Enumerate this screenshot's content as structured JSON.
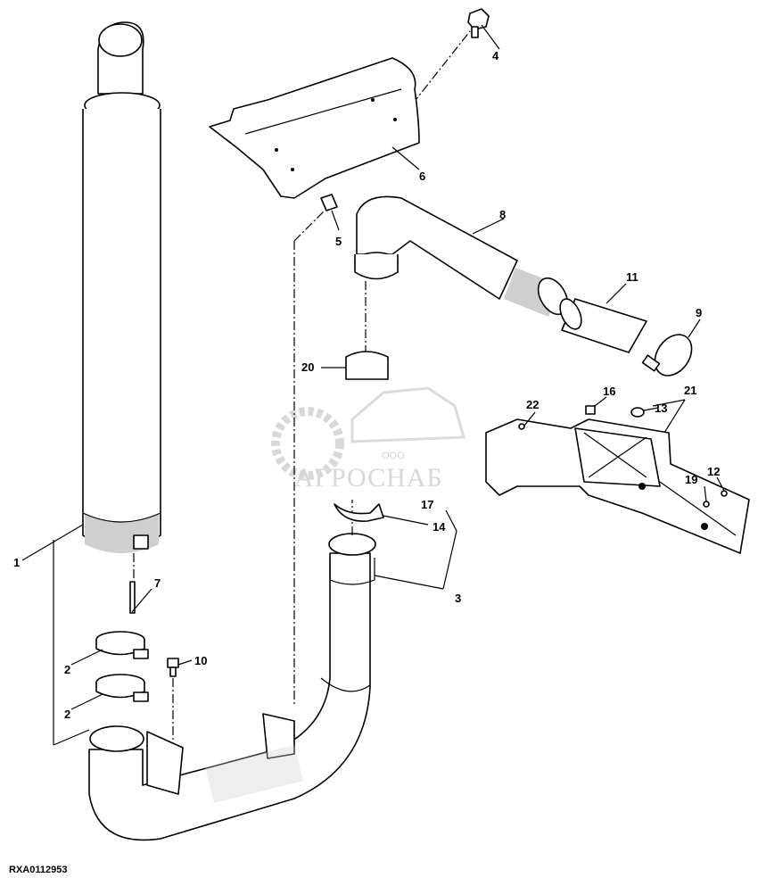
{
  "figure_id": "RXA0112953",
  "watermark": {
    "brand": "АГРОСНАБ",
    "tagline": "ООО"
  },
  "callouts": {
    "c1": "1",
    "c2a": "2",
    "c2b": "2",
    "c3": "3",
    "c4": "4",
    "c5": "5",
    "c6": "6",
    "c7": "7",
    "c8": "8",
    "c9": "9",
    "c10": "10",
    "c11": "11",
    "c12": "12",
    "c13": "13",
    "c14": "14",
    "c16": "16",
    "c17": "17",
    "c19": "19",
    "c20": "20",
    "c21": "21",
    "c22": "22"
  }
}
